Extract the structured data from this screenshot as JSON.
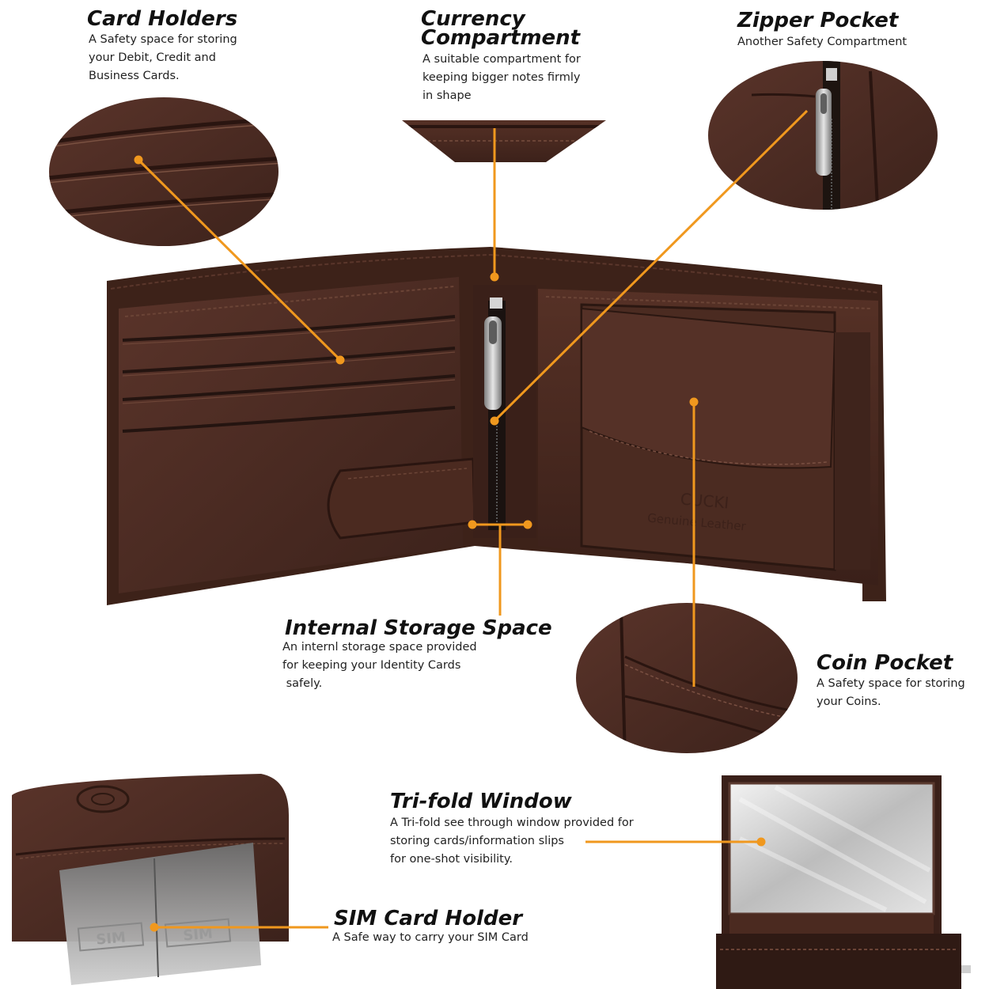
{
  "callouts": {
    "card_holders": {
      "title": "Card Holders",
      "lines": [
        "A Safety space for storing",
        "your Debit, Credit and",
        "Business Cards."
      ]
    },
    "currency": {
      "title_lines": [
        "Currency",
        "Compartment"
      ],
      "lines": [
        "A suitable compartment for",
        "keeping bigger notes firmly",
        "in shape"
      ]
    },
    "zipper": {
      "title": "Zipper Pocket",
      "lines": [
        "Another Safety Compartment"
      ]
    },
    "internal": {
      "title": "Internal Storage Space",
      "lines": [
        "An internl storage space provided",
        "for keeping your Identity Cards",
        " safely."
      ]
    },
    "coin": {
      "title": "Coin Pocket",
      "lines": [
        "A Safety space for storing",
        "your Coins."
      ]
    },
    "trifold": {
      "title": "Tri-fold Window",
      "lines": [
        "A Tri-fold see through window provided for",
        "storing cards/information slips",
        "for one-shot visibility."
      ]
    },
    "sim": {
      "title": "SIM Card Holder",
      "lines": [
        "A Safe way to carry your SIM Card"
      ]
    }
  },
  "imprint": {
    "brand": "CUCKI",
    "line2": "Genuine Leather",
    "sim_tags": [
      "SIM",
      "SIM"
    ]
  },
  "colors": {
    "leather": "#4a2a21",
    "leather_dark": "#321b15",
    "leather_light": "#6b4436",
    "pointer": "#f0981e"
  }
}
